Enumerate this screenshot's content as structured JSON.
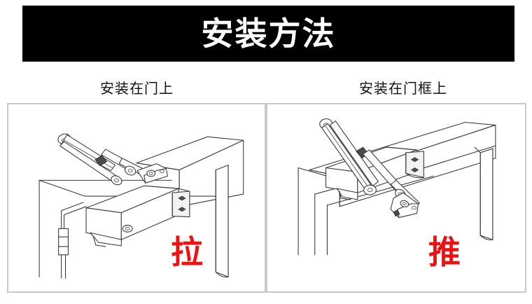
{
  "banner": {
    "title": "安装方法",
    "background_color": "#000000",
    "text_color": "#ffffff"
  },
  "headings": {
    "left": "安装在门上",
    "right": "安装在门框上"
  },
  "panels": [
    {
      "id": "door-mount",
      "heading": "安装在门上",
      "action_label": "拉",
      "action_color": "#ee1111",
      "diagram": "door-closer-mounted-on-door",
      "border_color": "#c9c9c9"
    },
    {
      "id": "frame-mount",
      "heading": "安装在门框上",
      "action_label": "推",
      "action_color": "#ee1111",
      "diagram": "door-closer-mounted-on-frame",
      "border_color": "#c9c9c9"
    }
  ]
}
